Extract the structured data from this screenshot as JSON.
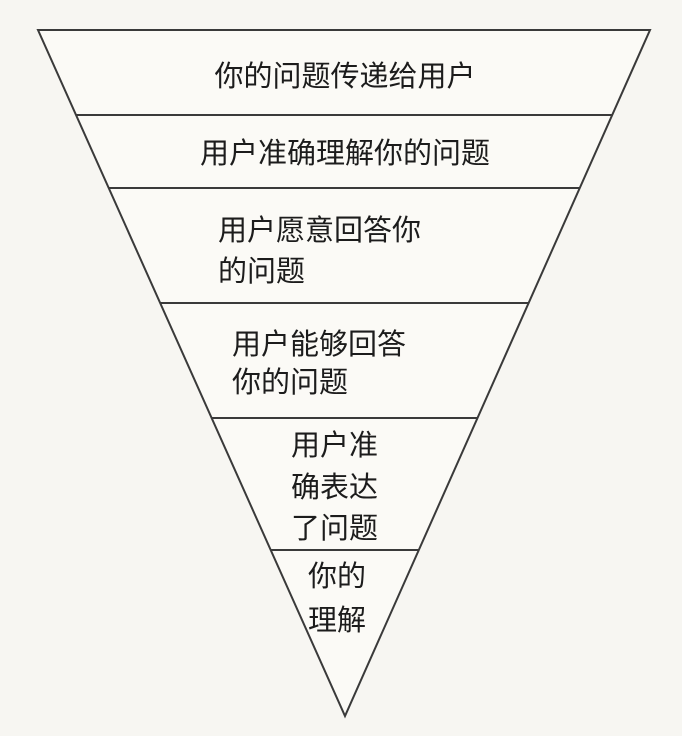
{
  "diagram": {
    "type": "inverted-funnel",
    "levels": [
      {
        "lines": [
          "你的问题传递给用户"
        ]
      },
      {
        "lines": [
          "用户准确理解你的问题"
        ]
      },
      {
        "lines": [
          "用户愿意回答你",
          "的问题"
        ]
      },
      {
        "lines": [
          "用户能够回答",
          "你的问题"
        ]
      },
      {
        "lines": [
          "用户准",
          "确表达",
          "了问题"
        ]
      },
      {
        "lines": [
          "你的",
          "理解"
        ]
      }
    ],
    "colors": {
      "line": "#3a3a3a",
      "text": "#1c1c1c",
      "fill": "#fbfaf6"
    }
  }
}
